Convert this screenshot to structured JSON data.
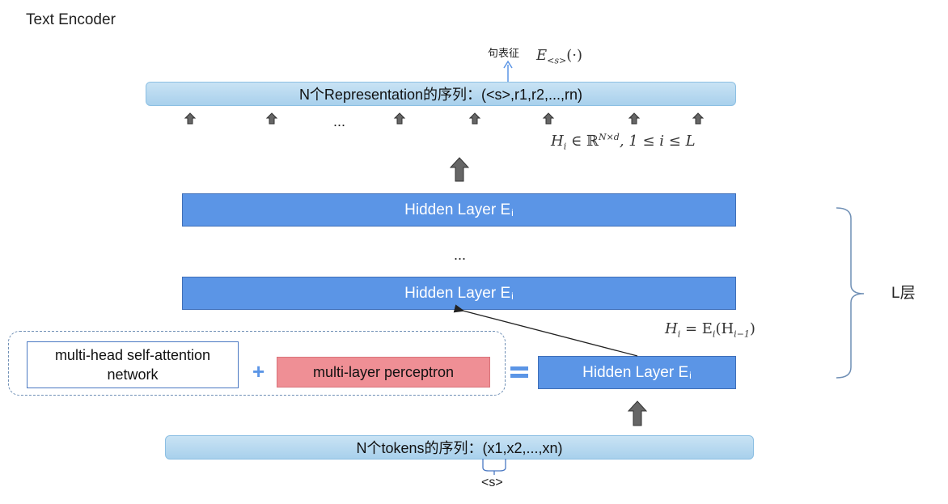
{
  "title": "Text Encoder",
  "output_sequence": {
    "label": "N个Representation的序列：(<s>,r1,r2,...,rn)",
    "sentence_repr_label": "句表征",
    "sentence_repr_math": "E",
    "sentence_repr_sub": "<s>",
    "sentence_repr_arg": "(·)",
    "ellipsis": "..."
  },
  "hidden_states_math": {
    "lhs": "H",
    "sub": "i",
    "rel": " ∈ ℝ",
    "sup": "N×d",
    "rest": ", 1 ≤ i ≤ L"
  },
  "hidden_layers": {
    "label": "Hidden Layer E",
    "sub": "i",
    "ellipsis": "..."
  },
  "recurrence_math": {
    "lhs": "H",
    "lhs_sub": "i",
    "mid": " = E",
    "mid_sub": "i",
    "arg_open": "(H",
    "arg_sub": "i−1",
    "arg_close": ")"
  },
  "composition": {
    "attention_label": "multi-head self-attention network",
    "plus": "+",
    "mlp_label": "multi-layer perceptron"
  },
  "layers_brace_label": "L层",
  "input_sequence": {
    "label": "N个tokens的序列：(x1,x2,...,xn)",
    "start_token": "<s>"
  },
  "colors": {
    "hidden_layer": "#5b95e6",
    "sequence_bar": "#b7d9f0",
    "mlp_box": "#ef8f95",
    "arrow": "#666666"
  }
}
